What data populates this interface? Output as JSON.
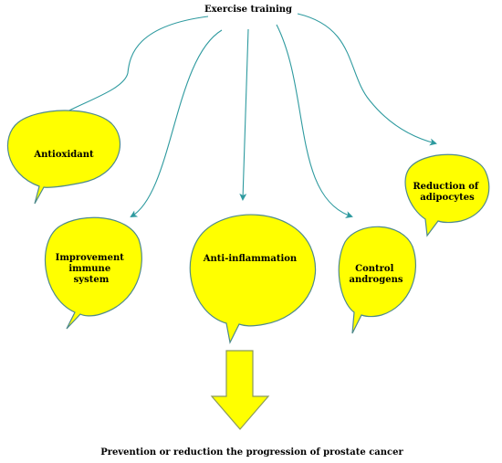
{
  "title": "Exercise training",
  "benefits": [
    {
      "id": "antioxidant",
      "lines": [
        "Antioxidant"
      ]
    },
    {
      "id": "immune",
      "lines": [
        "Improvement",
        "immune",
        "system"
      ]
    },
    {
      "id": "inflammation",
      "lines": [
        "Anti-inflammation"
      ]
    },
    {
      "id": "androgens",
      "lines": [
        "Control",
        "androgens"
      ]
    },
    {
      "id": "adipocytes",
      "lines": [
        "Reduction of",
        "adipocytes"
      ]
    }
  ],
  "outcome": "Prevention or reduction the progression of prostate cancer",
  "colors": {
    "bubble_fill": "#ffff00",
    "bubble_stroke": "#4f8a8b",
    "arrow": "#2e9a9f",
    "down_arrow_fill": "#ffff00",
    "down_arrow_stroke": "#8a9a5b"
  }
}
